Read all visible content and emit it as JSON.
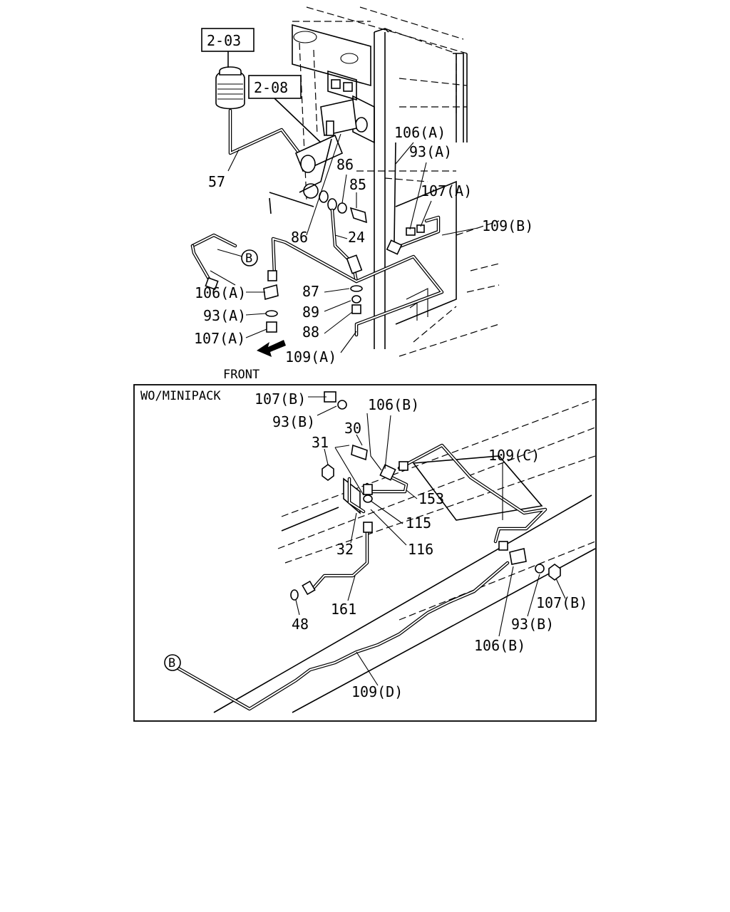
{
  "callouts": {
    "ref_203": "2-03",
    "ref_208": "2-08",
    "p57": "57",
    "p86a": "86",
    "p85": "85",
    "p86b": "86",
    "p24": "24",
    "p106a_top": "106(A)",
    "p93a_top": "93(A)",
    "p107a_top": "107(A)",
    "p109b": "109(B)",
    "p106a_left": "106(A)",
    "p93a_left": "93(A)",
    "p107a_left": "107(A)",
    "p87": "87",
    "p89": "89",
    "p88": "88",
    "p109a": "109(A)",
    "front": "FRONT",
    "b_top": "B"
  },
  "inset": {
    "title": "WO/MINIPACK",
    "p107b_top": "107(B)",
    "p93b_top": "93(B)",
    "p106b_top": "106(B)",
    "p30": "30",
    "p31": "31",
    "p109c": "109(C)",
    "p153": "153",
    "p115": "115",
    "p116": "116",
    "p32": "32",
    "p161": "161",
    "p48": "48",
    "p107b_right": "107(B)",
    "p93b_right": "93(B)",
    "p106b_bottom": "106(B)",
    "p109d": "109(D)",
    "b_inset": "B"
  }
}
